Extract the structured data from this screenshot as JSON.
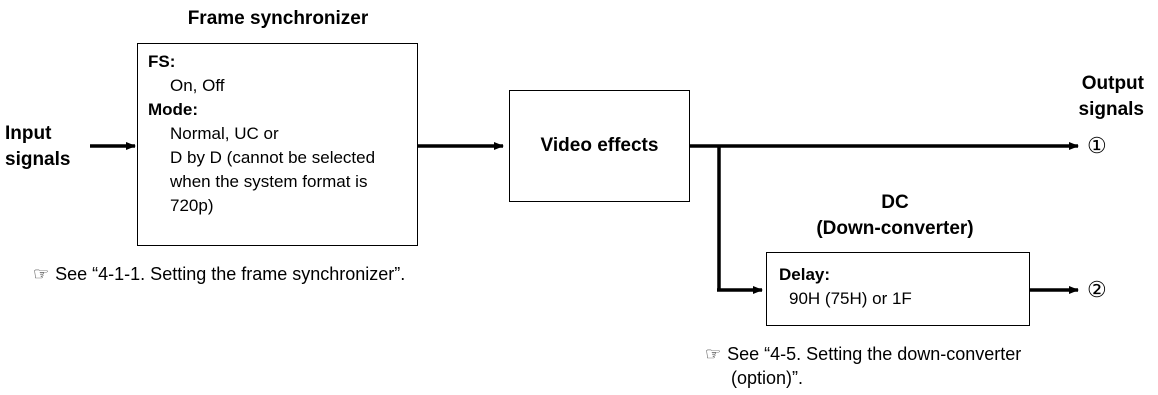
{
  "fs_block": {
    "title": "Frame synchronizer",
    "fs_label": "FS:",
    "fs_value": "On, Off",
    "mode_label": "Mode:",
    "mode_lines": [
      "Normal, UC or",
      "D by D (cannot be selected",
      "when the system format is",
      "720p)"
    ],
    "note": "See “4-1-1. Setting the frame synchronizer”."
  },
  "input": {
    "line1": "Input",
    "line2": "signals"
  },
  "video_effects": {
    "label": "Video effects"
  },
  "output": {
    "line1": "Output",
    "line2": "signals",
    "marker1": "①",
    "marker2": "②"
  },
  "dc_block": {
    "title_line1": "DC",
    "title_line2": "(Down-converter)",
    "delay_label": "Delay:",
    "delay_value": "90H (75H)  or 1F",
    "note_line1": "See “4-5. Setting the down-converter",
    "note_line2": "(option)”."
  },
  "icons": {
    "note_icon": "pointing-hand-icon"
  }
}
